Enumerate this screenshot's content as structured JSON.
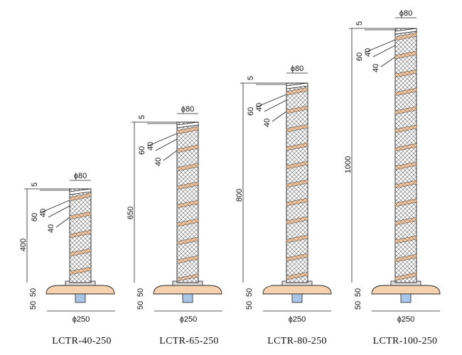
{
  "diagram": {
    "posts": [
      {
        "model": "LCTR-40-250",
        "model_label": "LCTR-40-250",
        "height_label": "400",
        "diameter_label": "ϕ80",
        "top_offset_label": "5",
        "band_labels": [
          "60",
          "40",
          "40"
        ],
        "base_height_label": "50",
        "anchor_depth_label": "50",
        "base_diameter_label": "ϕ250"
      },
      {
        "model": "LCTR-65-250",
        "model_label": "LCTR-65-250",
        "height_label": "650",
        "diameter_label": "ϕ80",
        "top_offset_label": "5",
        "band_labels": [
          "60",
          "40",
          "40"
        ],
        "base_height_label": "50",
        "anchor_depth_label": "50",
        "base_diameter_label": "ϕ250"
      },
      {
        "model": "LCTR-80-250",
        "model_label": "LCTR-80-250",
        "height_label": "800",
        "diameter_label": "ϕ80",
        "top_offset_label": "5",
        "band_labels": [
          "60",
          "40",
          "40"
        ],
        "base_height_label": "50",
        "anchor_depth_label": "50",
        "base_diameter_label": "ϕ250"
      },
      {
        "model": "LCTR-100-250",
        "model_label": "LCTR-100-250",
        "height_label": "1000",
        "diameter_label": "ϕ80",
        "top_offset_label": "5",
        "band_labels": [
          "60",
          "40",
          "40"
        ],
        "base_height_label": "50",
        "anchor_depth_label": "50",
        "base_diameter_label": "ϕ250"
      }
    ],
    "colors": {
      "reflective_band": "#f2c9a4",
      "mesh_band": "#ffffff",
      "mesh_line": "#555555",
      "base_fill": "#f5d2ad",
      "outline": "#222222",
      "anchor": "#a9c6e8"
    }
  }
}
